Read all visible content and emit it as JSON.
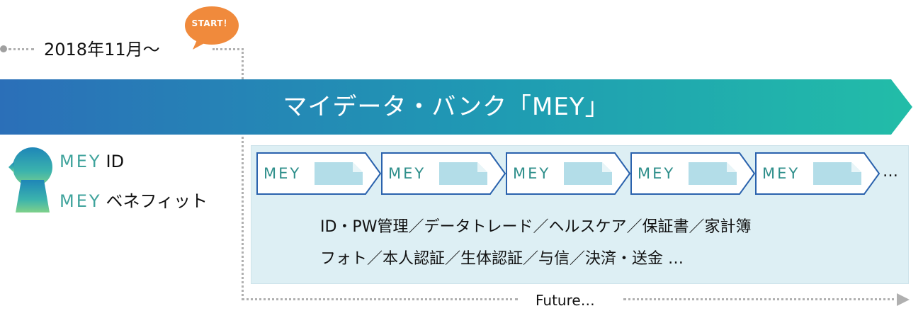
{
  "timeline": {
    "start_date": "2018年11月〜",
    "start_badge": "START！",
    "future_label": "Future…"
  },
  "banner": {
    "title": "マイデータ・バンク「MEY」"
  },
  "brand": {
    "mark": "MEY",
    "id_suffix": "ID",
    "benefit_suffix": "ベネフィット"
  },
  "services": {
    "cards": [
      {
        "mark": "MEY"
      },
      {
        "mark": "MEY"
      },
      {
        "mark": "MEY"
      },
      {
        "mark": "MEY"
      },
      {
        "mark": "MEY"
      }
    ],
    "more": "…",
    "line1": "ID・PW管理／データトレード／ヘルスケア／保証書／家計簿",
    "line2": "フォト／本人認証／生体認証／与信／決済・送金 …"
  },
  "colors": {
    "banner_start": "#2b6fb8",
    "banner_end": "#22bda8",
    "mey_teal": "#3fa39c",
    "badge_orange": "#f08a3c",
    "card_border": "#2a62ad",
    "card_tag": "#b3dde8",
    "panel_bg": "#ddeff4"
  }
}
